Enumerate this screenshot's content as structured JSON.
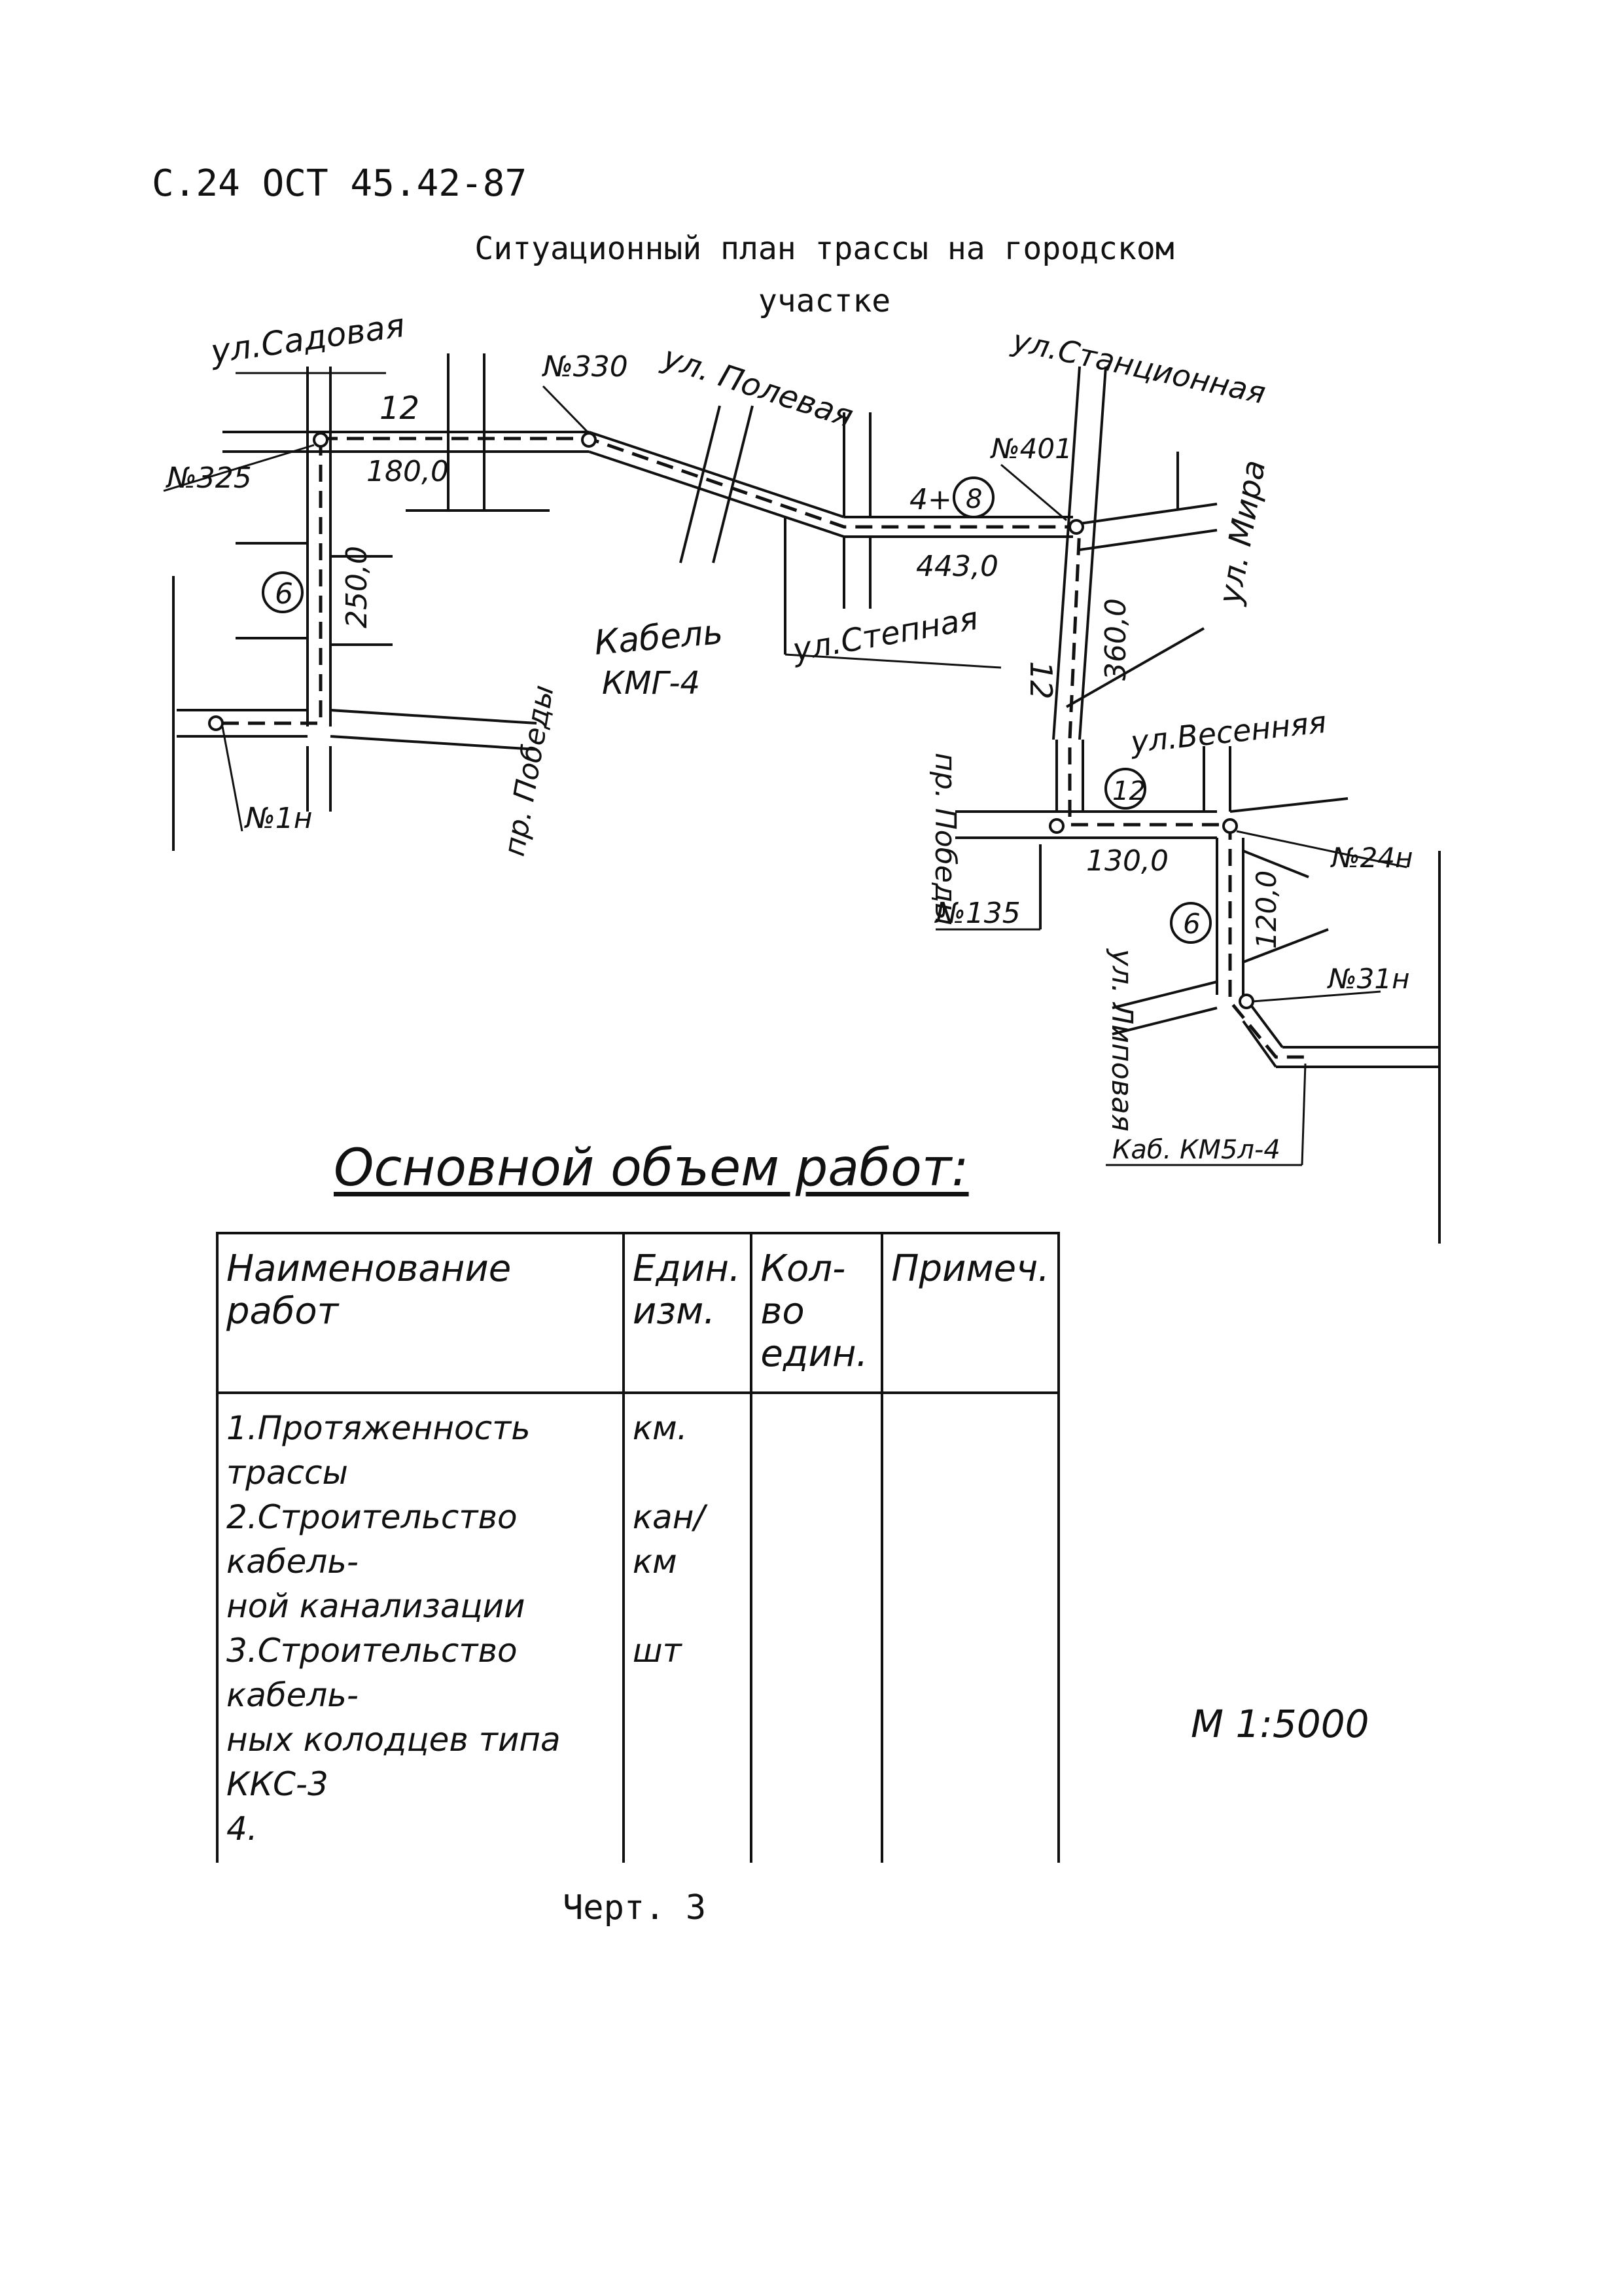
{
  "header": {
    "text": "С.24 ОСТ 45.42-87"
  },
  "plan": {
    "title_line1": "Ситуационный план трассы на городском",
    "title_line2": "участке",
    "streets": {
      "sadovaya": "ул.Садовая",
      "polevaya": "ул. Полевая",
      "stantsionnaya": "ул.Станционная",
      "mira": "ул. Мира",
      "stepnaya": "ул.Степная",
      "vesennyaya": "ул.Весенняя",
      "pobedy": "пр. Победы",
      "pr_pobedy2": "пр. Победы",
      "lipovaya": "ул. Липовая"
    },
    "wells": {
      "n325": "№325",
      "n330": "№330",
      "n401": "№401",
      "n1": "№1н",
      "n135": "№135",
      "n24": "№24н",
      "n31": "№31н"
    },
    "cables": {
      "kmg_line1": "Кабель",
      "kmg_line2": "КМГ-4",
      "kb": "Каб. КМ5л-4"
    },
    "lengths": {
      "l180": "180,0",
      "l250": "250,0",
      "l443": "443,0",
      "l360": "360,0",
      "l130": "130,0",
      "l120": "120,0"
    },
    "channel_counts": {
      "c12a": "12",
      "c6a": "6",
      "c4plus8": "4+",
      "c8": "8",
      "c12b": "12",
      "c12c": "12",
      "c6b": "6"
    }
  },
  "works": {
    "heading": "Основной объем работ:",
    "columns": [
      "Наименование работ",
      "Един. изм.",
      "Кол-во един.",
      "Примеч."
    ],
    "rows": [
      "1.Протяженность трассы",
      "2.Строительство кабель-",
      "ной канализации",
      "3.Строительство кабель-",
      "ных колодцев типа ККС-3",
      "4."
    ],
    "units": [
      "км.",
      "кан/км",
      "шт"
    ]
  },
  "scale": "М 1:5000",
  "caption": "Черт. 3"
}
